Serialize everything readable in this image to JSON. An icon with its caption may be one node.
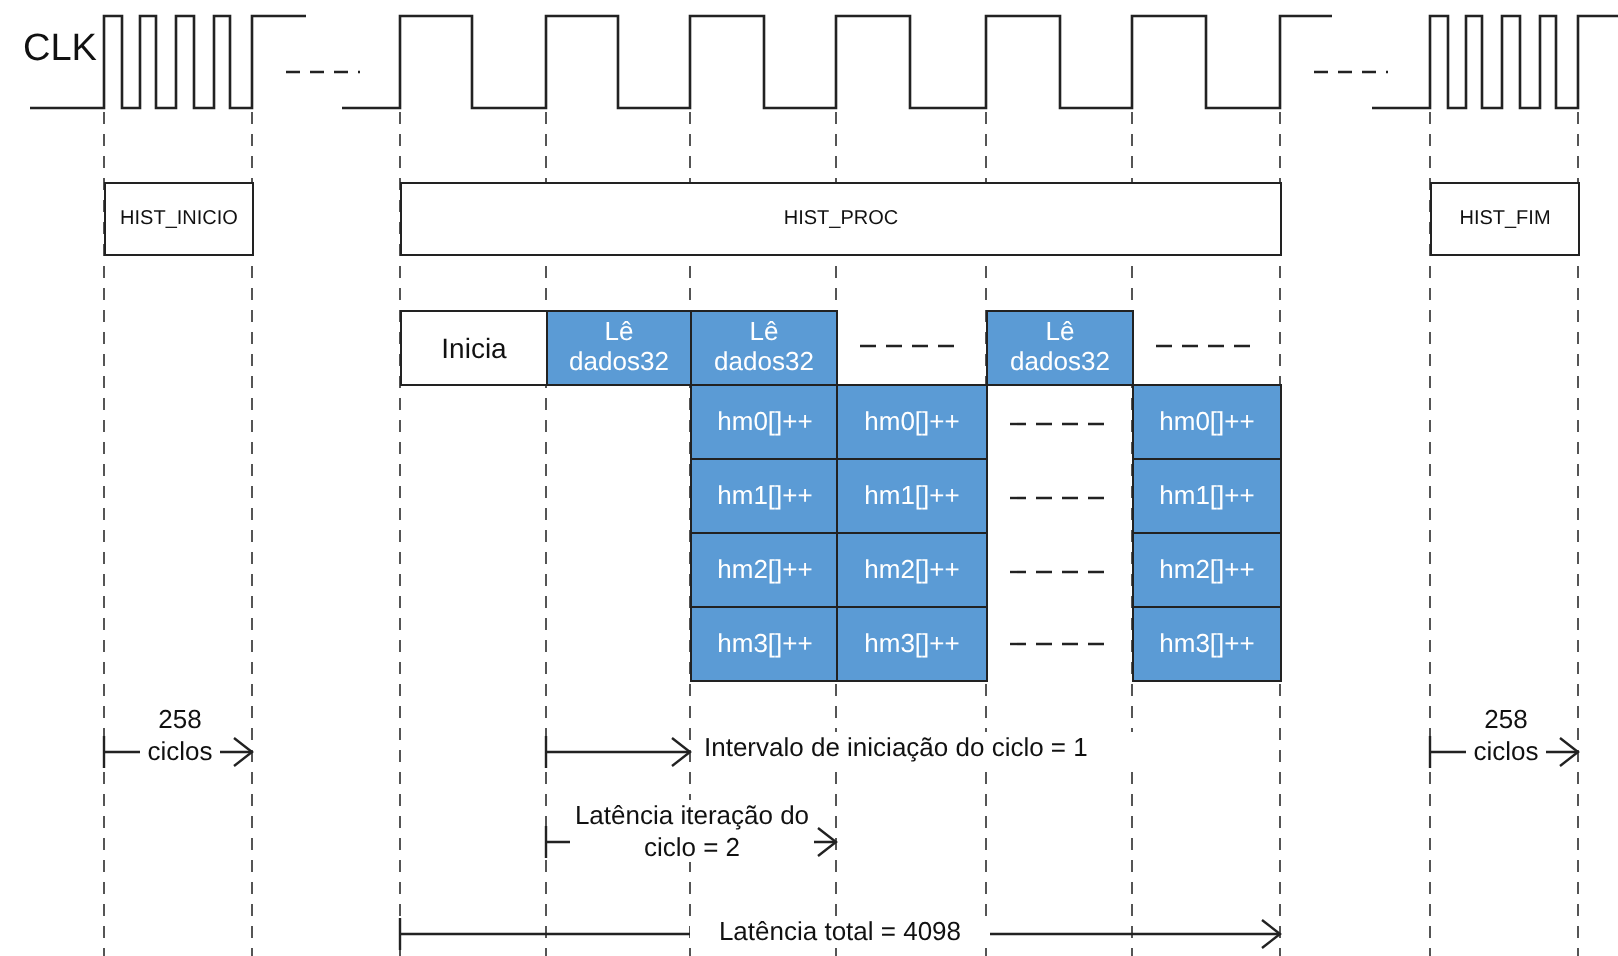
{
  "diagram": {
    "nodes": [
      {
        "text": [
          "HIST_INICIO"
        ]
      },
      {
        "text": [
          "HIST_PROC"
        ]
      },
      {
        "text": [
          "HIST_FIM"
        ]
      },
      {
        "text": [
          "Inicia"
        ]
      },
      {
        "text": [
          "Lê dados32"
        ]
      },
      {
        "text": [
          "Lê dados32"
        ]
      },
      {
        "text": [
          "Lê dados32"
        ]
      },
      {
        "text": [
          "hm0[]++"
        ]
      },
      {
        "text": [
          "hm0[]++"
        ]
      },
      {
        "text": [
          "hm0[]++"
        ]
      },
      {
        "text": [
          "hm1[]++"
        ]
      },
      {
        "text": [
          "hm1[]++"
        ]
      },
      {
        "text": [
          "hm1[]++"
        ]
      },
      {
        "text": [
          "hm2[]++"
        ]
      },
      {
        "text": [
          "hm2[]++"
        ]
      },
      {
        "text": [
          "hm2[]++"
        ]
      },
      {
        "text": [
          "hm3[]++"
        ]
      },
      {
        "text": [
          "hm3[]++"
        ]
      },
      {
        "text": [
          "hm3[]++"
        ]
      }
    ],
    "labels": [
      "CLK",
      "258 ciclos",
      "Intervalo de iniciação do ciclo = 1",
      "Latência iteração do ciclo = 2",
      "Latência total = 4098",
      "258 ciclos"
    ]
  }
}
